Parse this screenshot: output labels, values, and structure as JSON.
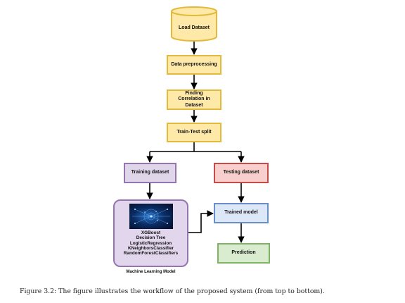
{
  "diagram": {
    "nodes": {
      "load": "Load Dataset",
      "preprocess": "Data preprocessing",
      "correlation": "Finding Correlation in Dataset",
      "split": "Train-Test split",
      "training": "Training dataset",
      "testing": "Testing dataset",
      "trained": "Trained model",
      "prediction": "Prediction"
    },
    "ml_models": [
      "XGBoost",
      "Decision Tree",
      "LogisticRegression",
      "KNeighborsClassifier",
      "RandomForestClassifiers"
    ],
    "ml_label": "Machine Learning Model"
  },
  "caption": "Figure 3.2: The figure illustrates the workflow of the proposed system (from top to bottom).",
  "colors": {
    "yellow_fill": "#ffe9a8",
    "yellow_stroke": "#e2b93b",
    "purple_fill": "#e0d6ea",
    "purple_stroke": "#9674b0",
    "red_fill": "#f8cfcc",
    "red_stroke": "#c44b47",
    "blue_fill": "#dce8f8",
    "blue_stroke": "#6a8fc8",
    "green_fill": "#d9ecd0",
    "green_stroke": "#7fb464"
  }
}
